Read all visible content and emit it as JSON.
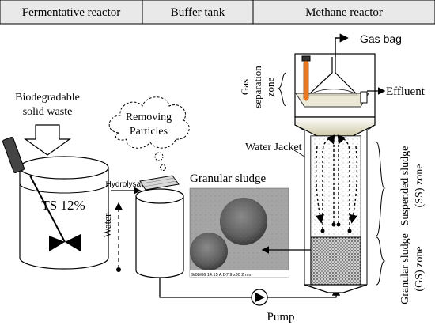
{
  "header": {
    "stage1": "Fermentative reactor",
    "stage2": "Buffer tank",
    "stage3": "Methane reactor"
  },
  "labels": {
    "gas_bag": "Gas bag",
    "gas_sep_line1": "Gas",
    "gas_sep_line2": "separation",
    "gas_sep_line3": "zone",
    "effluent": "Effluent",
    "feed_line1": "Biodegradable",
    "feed_line2": "solid waste",
    "removing_line1": "Removing",
    "removing_line2": "Particles",
    "water_jacket": "Water Jacket",
    "hydrolysate": "Hydrolysate",
    "ts": "TS 12%",
    "water": "Water",
    "granular_sludge": "Granular sludge",
    "ss_line1": "Suspended sludge",
    "ss_line2": "(SS) zone",
    "gs_line1": "Granular sludge",
    "gs_line2": "(GS) zone",
    "pump": "Pump",
    "micro_caption": "9/08/06  14:15  A    D7.9  x30       2 mm"
  },
  "colors": {
    "header_bg": "#e9e9e9",
    "stroke": "#000000",
    "orange_probe": "#e87722",
    "gas_zone": "#d9d4b8",
    "micrograph_bg": "#9c9c9c"
  }
}
